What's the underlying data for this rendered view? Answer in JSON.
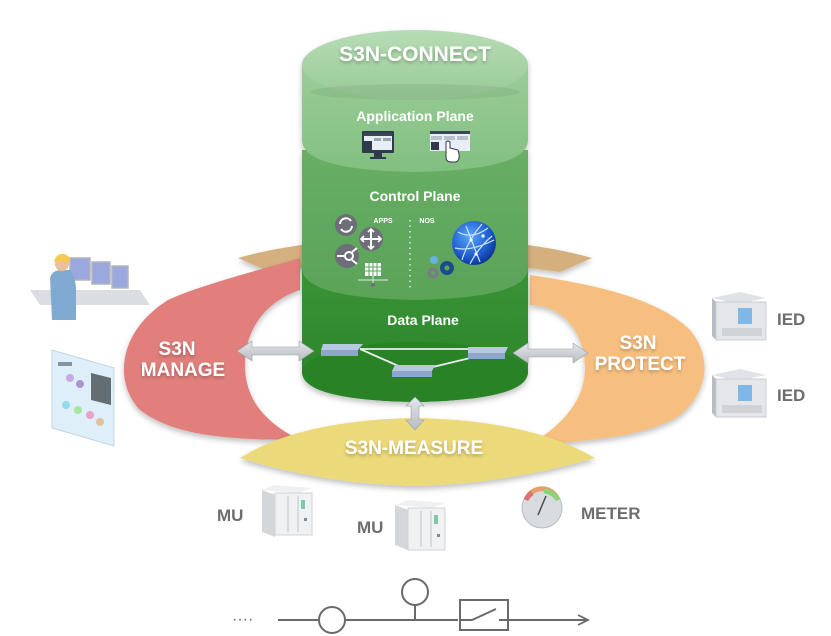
{
  "diagram": {
    "cylinder": {
      "title": "S3N-CONNECT",
      "layers": [
        {
          "label": "Application Plane",
          "color": "#8cc38c"
        },
        {
          "label": "Control Plane",
          "color": "#5da75c",
          "apps_label": "APPS",
          "nos_label": "NOS"
        },
        {
          "label": "Data Plane",
          "color": "#2f8a2c"
        }
      ],
      "top_color": "#a8d3a6"
    },
    "segments": {
      "manage": {
        "line1": "S3N",
        "line2": "MANAGE",
        "color": "#e07f7b"
      },
      "protect": {
        "line1": "S3N",
        "line2": "PROTECT",
        "color": "#f6bf80"
      },
      "measure": {
        "label": "S3N-MEASURE",
        "color": "#ecd979"
      },
      "back": {
        "color": "#d5b07f"
      }
    },
    "devices": {
      "ied_top": "IED",
      "ied_bottom": "IED",
      "mu_left": "MU",
      "mu_right": "MU",
      "meter": "METER"
    },
    "single_line": {
      "lead_dots": "····"
    }
  }
}
